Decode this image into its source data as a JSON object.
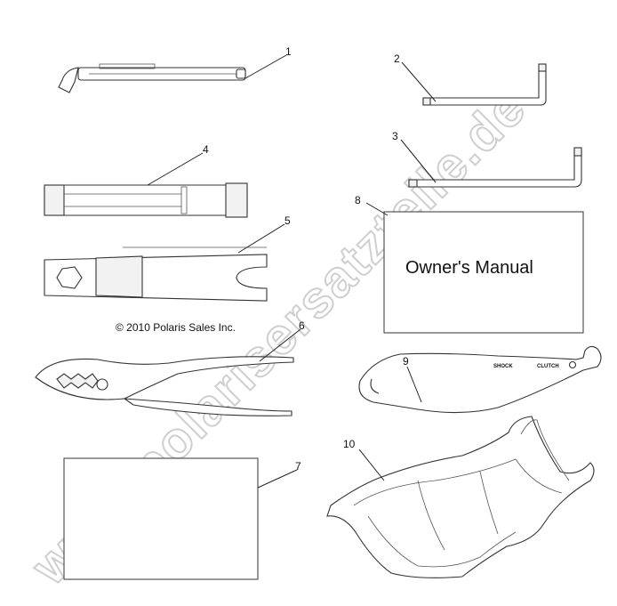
{
  "watermark": "www.polarisersatzteile.de",
  "copyright": "© 2010 Polaris Sales Inc.",
  "manual_title": "Owner's Manual",
  "wrench_labels": {
    "shock": "SHOCK",
    "clutch": "CLUTCH"
  },
  "callouts": {
    "c1": "1",
    "c2": "2",
    "c3": "3",
    "c4": "4",
    "c5": "5",
    "c6": "6",
    "c7": "7",
    "c8": "8",
    "c9": "9",
    "c10": "10"
  }
}
